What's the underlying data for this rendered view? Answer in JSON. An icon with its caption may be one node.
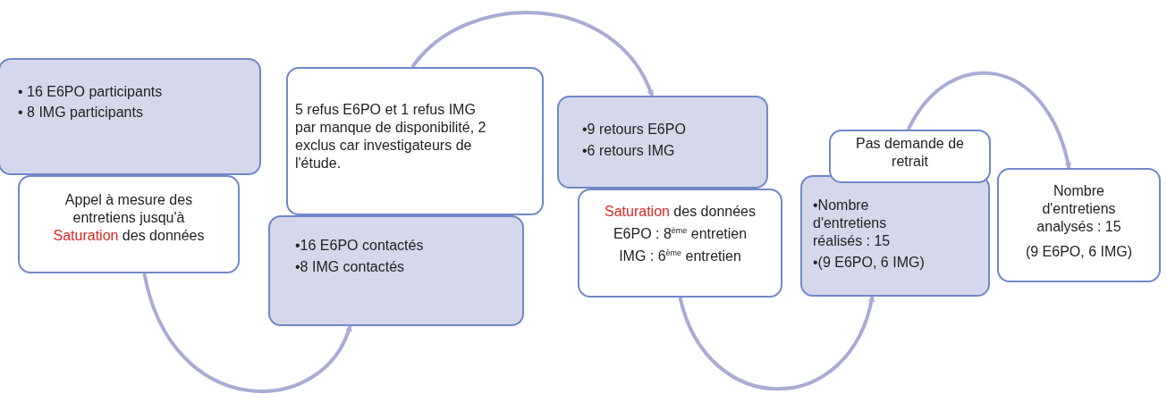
{
  "diagram": {
    "nodes": [
      {
        "text": [
          "• 16 E6PO participants",
          "• 8 IMG participants"
        ]
      },
      {
        "text": [
          "Appel à mesure des entretiens jusqu'à *Saturation* des données"
        ]
      },
      {
        "text": [
          "5 refus E6PO et 1 refus IMG par manque de disponibilité, 2 exclus car investigateurs de l'étude."
        ]
      },
      {
        "text": [
          "•16 E6PO contactés",
          "•8 IMG contactés"
        ]
      },
      {
        "text": [
          "•9 retours E6PO",
          "•6 retours IMG"
        ]
      },
      {
        "text": [
          "*Saturation* des données",
          "E6PO : 8$^{ème}$ entretien",
          "IMG : 6$^{ème}$ entretien"
        ]
      },
      {
        "text": [
          "Pas demande de retrait"
        ]
      },
      {
        "text": [
          "•Nombre d'entretiens réalisés : 15",
          "•(9 E6PO, 6 IMG)"
        ]
      },
      {
        "text": [
          "Nombre d'entretiens analysés : 15",
          "(9 E6PO, 6 IMG)"
        ]
      }
    ],
    "edges": [
      {
        "from": 1,
        "to": 3,
        "arrow": "to"
      },
      {
        "from": 2,
        "to": 4,
        "arrow": "to"
      },
      {
        "from": 5,
        "to": 7,
        "arrow": "to"
      },
      {
        "from": 6,
        "to": 8,
        "arrow": "to"
      }
    ]
  }
}
